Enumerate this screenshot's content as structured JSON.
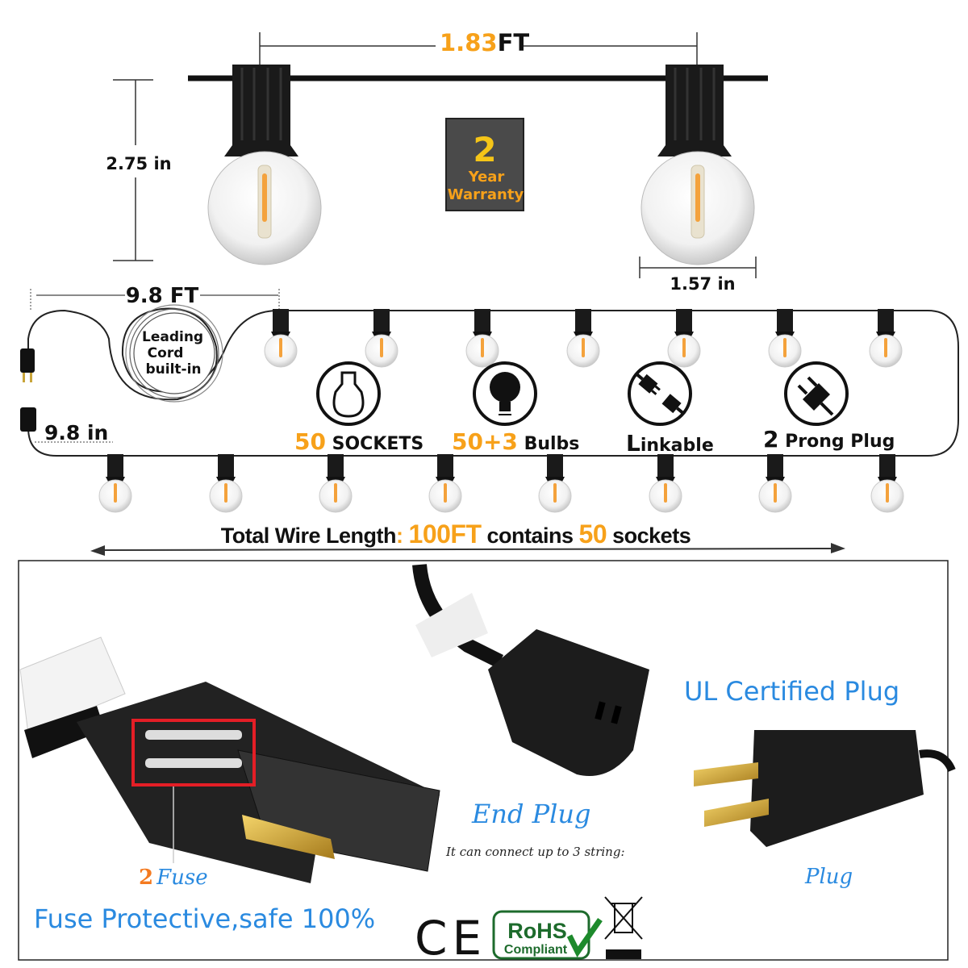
{
  "colors": {
    "accent": "#f7a11a",
    "blue": "#2a8ae0",
    "red": "#e41e26",
    "green": "#1d6b2c"
  },
  "top": {
    "spacing_value": "1.83",
    "spacing_unit": "FT",
    "height_label": "2.75 in",
    "width_label": "1.57 in",
    "warranty": {
      "number": "2",
      "line1": "Year",
      "line2": "Warranty"
    }
  },
  "string": {
    "lead_length": "9.8 FT",
    "lead_badge": [
      "Leading",
      "Cord",
      "built-in"
    ],
    "tail_length": "9.8 in",
    "features": [
      {
        "icon": "socket-icon",
        "num": "50",
        "text": " SOCKETS"
      },
      {
        "icon": "bulb-icon",
        "num": "50+3",
        "text": " Bulbs"
      },
      {
        "icon": "linkable-plug-icon",
        "num": "L",
        "text": "inkable"
      },
      {
        "icon": "two-prong-plug-icon",
        "num": "2",
        "text": " Prong Plug"
      }
    ],
    "total": {
      "p1": "Total Wire Length",
      "p2": ": ",
      "p3": "100FT",
      "p4": " contains ",
      "p5": "50",
      "p6": " sockets"
    }
  },
  "bottom": {
    "fuse_num": "2",
    "fuse_word": "Fuse",
    "fuse_tagline": "Fuse Protective,safe 100%",
    "end_plug_title": "End Plug",
    "end_plug_note": "It can connect up to 3 string:",
    "ul_title": "UL Certified Plug",
    "plug_label": "Plug",
    "ce_mark": "CE",
    "rohs": "RoHS",
    "rohs_sub": "Compliant"
  }
}
